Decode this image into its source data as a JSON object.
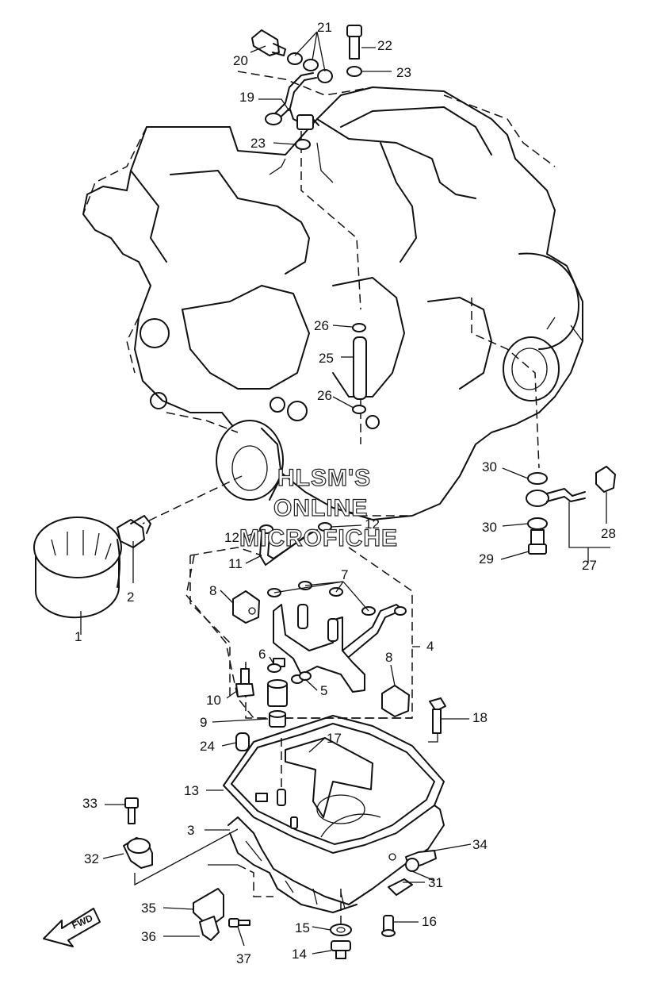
{
  "watermark": {
    "line1": "HLSM'S",
    "line2": "ONLINE",
    "line3": "MICROFICHE"
  },
  "direction_label": "FWD",
  "callouts": {
    "c1": "1",
    "c2": "2",
    "c3": "3",
    "c4": "4",
    "c5": "5",
    "c6": "6",
    "c7": "7",
    "c8a": "8",
    "c8b": "8",
    "c9": "9",
    "c10": "10",
    "c11": "11",
    "c12a": "12",
    "c12b": "12",
    "c13": "13",
    "c14": "14",
    "c15": "15",
    "c16": "16",
    "c17": "17",
    "c18": "18",
    "c19": "19",
    "c20": "20",
    "c21": "21",
    "c22": "22",
    "c23a": "23",
    "c23b": "23",
    "c24": "24",
    "c25": "25",
    "c26a": "26",
    "c26b": "26",
    "c27": "27",
    "c28": "28",
    "c29": "29",
    "c30a": "30",
    "c30b": "30",
    "c31": "31",
    "c32": "32",
    "c33": "33",
    "c34": "34",
    "c35": "35",
    "c36": "36",
    "c37": "37"
  }
}
